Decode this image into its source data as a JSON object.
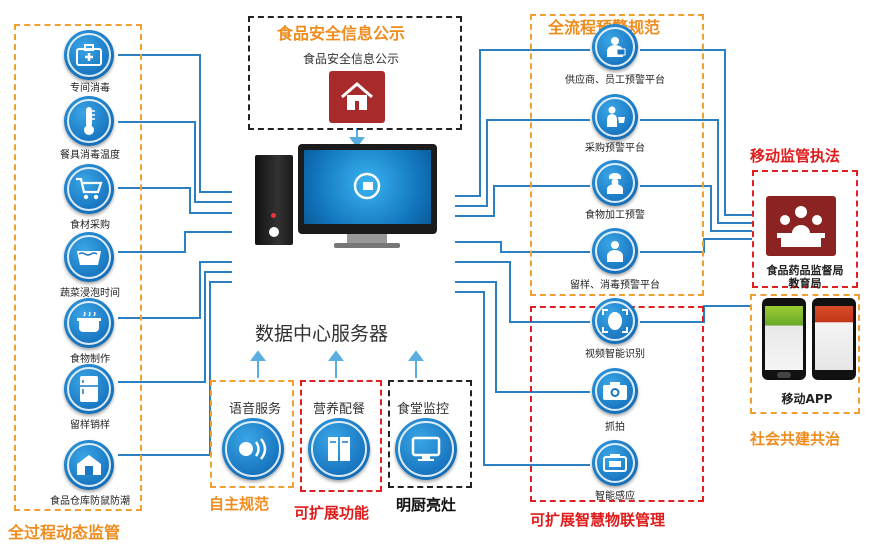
{
  "left_panel": {
    "title": "全过程动态监管",
    "items": [
      {
        "label": "专间消毒",
        "icon": "medical-kit-icon"
      },
      {
        "label": "餐具消毒温度",
        "icon": "thermometer-icon"
      },
      {
        "label": "食材采购",
        "icon": "shopping-cart-icon"
      },
      {
        "label": "蔬菜浸泡时间",
        "icon": "water-basin-icon"
      },
      {
        "label": "食物制作",
        "icon": "cooking-pot-icon"
      },
      {
        "label": "留样销样",
        "icon": "refrigerator-icon"
      },
      {
        "label": "食品仓库防鼠防潮",
        "icon": "warehouse-icon"
      }
    ]
  },
  "top_center": {
    "title": "食品安全信息公示",
    "subtitle": "食品安全信息公示",
    "icon": "home-icon"
  },
  "center": {
    "server_label": "数据中心服务器",
    "computer_icon": "desktop-computer-icon"
  },
  "bottom_modules": [
    {
      "label": "语音服务",
      "caption": "自主规范",
      "icon": "voice-icon"
    },
    {
      "label": "营养配餐",
      "caption": "可扩展功能",
      "icon": "menu-book-icon"
    },
    {
      "label": "食堂监控",
      "caption": "明厨亮灶",
      "icon": "monitor-icon"
    }
  ],
  "right_top": {
    "title": "全流程预警规范",
    "items": [
      {
        "label": "供应商、员工预警平台",
        "icon": "delivery-worker-icon"
      },
      {
        "label": "采购预警平台",
        "icon": "shopper-icon"
      },
      {
        "label": "食物加工预警",
        "icon": "chef-icon"
      },
      {
        "label": "留样、消毒预警平台",
        "icon": "staff-icon"
      }
    ]
  },
  "right_bottom": {
    "title": "可扩展智慧物联管理",
    "items": [
      {
        "label": "视频智能识别",
        "icon": "face-recognition-icon"
      },
      {
        "label": "抓拍",
        "icon": "camera-icon"
      },
      {
        "label": "智能感应",
        "icon": "sensor-icon"
      }
    ]
  },
  "far_right": {
    "enforcement_title": "移动监管执法",
    "agency_label_line1": "食品药品监督局",
    "agency_label_line2": "教育局",
    "agency_icon": "government-meeting-icon",
    "app_label": "移动APP",
    "app_icon": "mobile-phone-icon",
    "social_title": "社会共建共治"
  },
  "colors": {
    "orange": "#ef8c1e",
    "red": "#e01b1b",
    "icon_blue": "#1a78c2",
    "dark_red": "#8c2323"
  }
}
